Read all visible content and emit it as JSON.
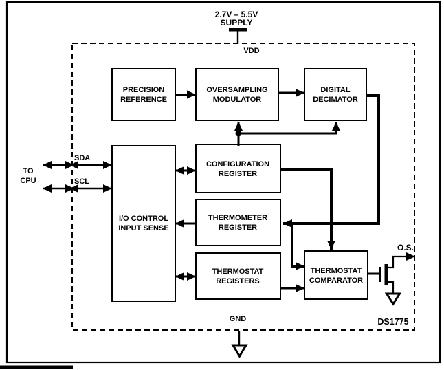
{
  "figure": {
    "part_number": "DS1775",
    "power": {
      "supply_range": "2.7V – 5.5V",
      "supply_word": "SUPPLY",
      "vdd_pin": "VDD",
      "gnd_pin": "GND"
    },
    "interface": {
      "to_word": "TO",
      "cpu_word": "CPU",
      "sda_pin": "SDA",
      "scl_pin": "SCL",
      "os_pin": "O.S."
    },
    "blocks": {
      "precision_reference": {
        "line1": "PRECISION",
        "line2": "REFERENCE"
      },
      "oversampling_modulator": {
        "line1": "OVERSAMPLING",
        "line2": "MODULATOR"
      },
      "digital_decimator": {
        "line1": "DIGITAL",
        "line2": "DECIMATOR"
      },
      "io_control": {
        "line1": "I/O CONTROL",
        "line2": "INPUT SENSE"
      },
      "configuration_register": {
        "line1": "CONFIGURATION",
        "line2": "REGISTER"
      },
      "thermometer_register": {
        "line1": "THERMOMETER",
        "line2": "REGISTER"
      },
      "thermostat_registers": {
        "line1": "THERMOSTAT",
        "line2": "REGISTERS"
      },
      "thermostat_comparator": {
        "line1": "THERMOSTAT",
        "line2": "COMPARATOR"
      }
    },
    "colors": {
      "ink": "#000000",
      "paper": "#ffffff"
    }
  }
}
